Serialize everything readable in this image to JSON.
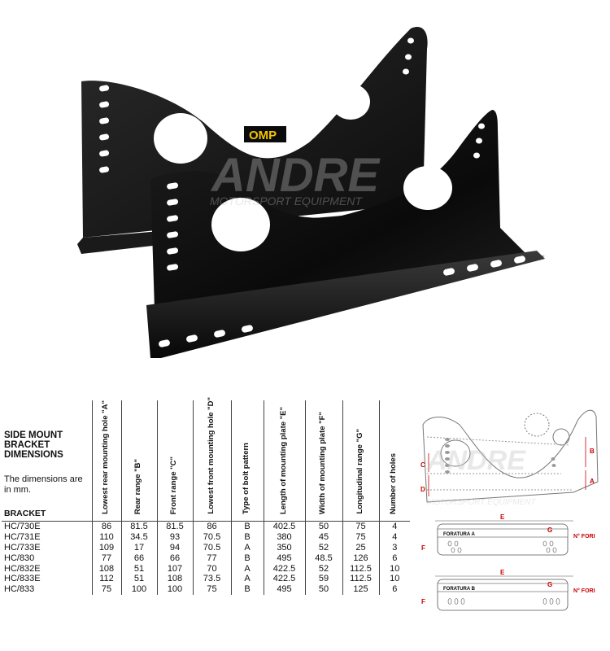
{
  "photo": {
    "brand_logo": "OMP",
    "watermark_line1": "ANDRE",
    "watermark_line2": "MOTORSPORT EQUIPMENT"
  },
  "spec": {
    "title": "SIDE MOUNT BRACKET DIMENSIONS",
    "note": "The dimensions are in mm.",
    "bracket_header": "BRACKET",
    "columns": [
      "Lowest rear mounting hole \"A\"",
      "Rear range \"B\"",
      "Front range \"C\"",
      "Lowest front mounting hole \"D\"",
      "Type of bolt pattern",
      "Length of mounting plate \"E\"",
      "Width of mounting plate \"F\"",
      "Longitudinal range \"G\"",
      "Number of holes"
    ],
    "rows": [
      {
        "model": "HC/730E",
        "cells": [
          "86",
          "81.5",
          "81.5",
          "86",
          "B",
          "402.5",
          "50",
          "75",
          "4"
        ]
      },
      {
        "model": "HC/731E",
        "cells": [
          "110",
          "34.5",
          "93",
          "70.5",
          "B",
          "380",
          "45",
          "75",
          "4"
        ]
      },
      {
        "model": "HC/733E",
        "cells": [
          "109",
          "17",
          "94",
          "70.5",
          "A",
          "350",
          "52",
          "25",
          "3"
        ]
      },
      {
        "model": "HC/830",
        "cells": [
          "77",
          "66",
          "66",
          "77",
          "B",
          "495",
          "48.5",
          "126",
          "6"
        ]
      },
      {
        "model": "HC/832E",
        "cells": [
          "108",
          "51",
          "107",
          "70",
          "A",
          "422.5",
          "52",
          "112.5",
          "10"
        ]
      },
      {
        "model": "HC/833E",
        "cells": [
          "112",
          "51",
          "108",
          "73.5",
          "A",
          "422.5",
          "59",
          "112.5",
          "10"
        ]
      },
      {
        "model": "HC/833",
        "cells": [
          "75",
          "100",
          "100",
          "75",
          "B",
          "495",
          "50",
          "125",
          "6"
        ]
      }
    ]
  },
  "diagram": {
    "label_a": "A",
    "label_b": "B",
    "label_c": "C",
    "label_d": "D",
    "label_e": "E",
    "label_f": "F",
    "label_g": "G",
    "foratura_a": "FORATURA A",
    "foratura_b": "FORATURA B",
    "n_fori": "N° FORI",
    "watermark_line1": "ANDRE",
    "watermark_line2": "MOTORSPORT EQUIPMENT"
  }
}
